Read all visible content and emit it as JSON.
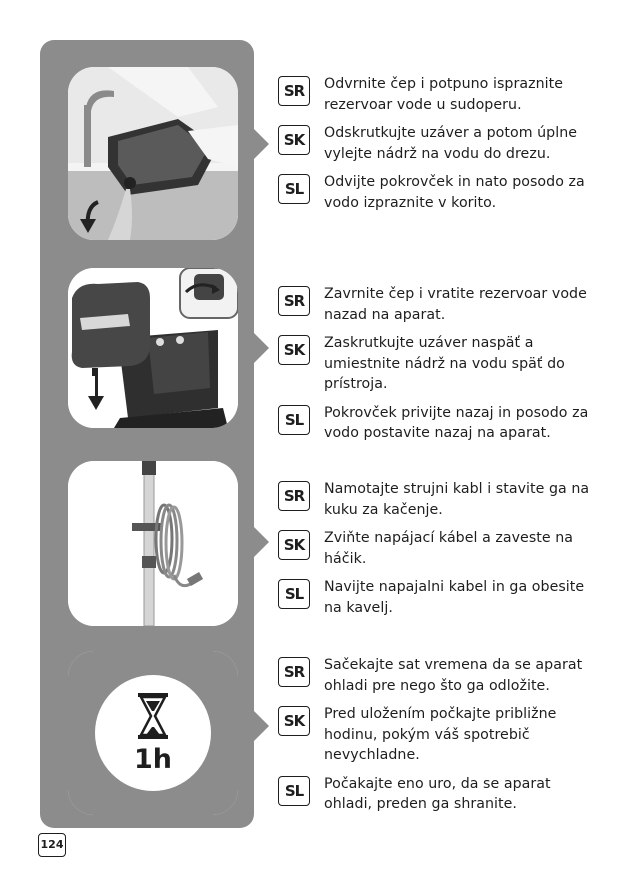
{
  "steps": [
    {
      "image": "emptying-water-tank-into-sink",
      "rows": [
        {
          "code": "SR",
          "text": "Odvrnite čep i potpuno ispraznite rezervoar vode u sudoperu."
        },
        {
          "code": "SK",
          "text": "Odskrutkujte uzáver a potom úplne vylejte nádrž na vodu do drezu."
        },
        {
          "code": "SL",
          "text": "Odvijte pokrovček in nato posodo za vodo izpraznite v korito."
        }
      ]
    },
    {
      "image": "screwing-cap-and-placing-tank-on-appliance",
      "rows": [
        {
          "code": "SR",
          "text": "Zavrnite čep i vratite rezervoar vode nazad na aparat."
        },
        {
          "code": "SK",
          "text": "Zaskrutkujte uzáver naspäť a umiestnite nádrž na vodu späť do prístroja."
        },
        {
          "code": "SL",
          "text": "Pokrovček privijte nazaj in posodo za vodo postavite nazaj na aparat."
        }
      ]
    },
    {
      "image": "power-cord-coiled-on-hook",
      "rows": [
        {
          "code": "SR",
          "text": "Namotajte strujni kabl i stavite ga na kuku za kačenje."
        },
        {
          "code": "SK",
          "text": "Zviňte napájací kábel a zaveste na háčik."
        },
        {
          "code": "SL",
          "text": "Navijte napajalni kabel in ga obesite na kavelj."
        }
      ]
    },
    {
      "image": "hourglass-icon",
      "image_label": "1h",
      "rows": [
        {
          "code": "SR",
          "text": "Sačekajte sat vremena da se aparat ohladi pre nego što ga odložite."
        },
        {
          "code": "SK",
          "text": "Pred uložením počkajte približne hodinu, pokým váš spotrebič nevychladne."
        },
        {
          "code": "SL",
          "text": "Počakajte eno uro, da se aparat ohladi, preden ga shranite."
        }
      ]
    }
  ],
  "page_number": "124",
  "colors": {
    "panel": "#8c8c8c",
    "text": "#1e1e1e"
  }
}
